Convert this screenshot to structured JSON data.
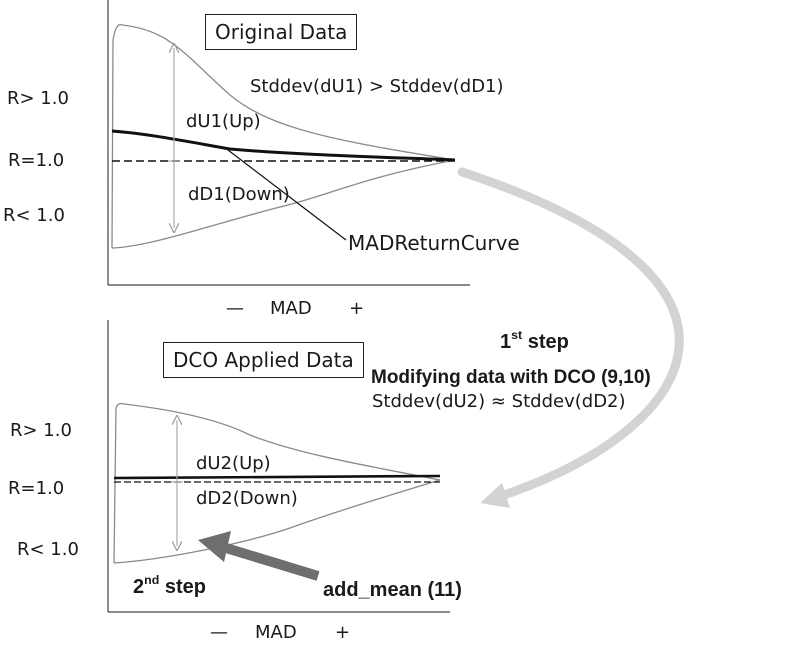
{
  "top_panel": {
    "title": "Original Data",
    "label_r_high": "R> 1.0",
    "label_r_eq": "R=1.0",
    "label_r_low": "R< 1.0",
    "inequality": "Stddev(dU1) > Stddev(dD1)",
    "up_label": "dU1(Up)",
    "down_label": "dD1(Down)",
    "curve_label": "MADReturnCurve",
    "axis_minus": "—",
    "axis_label": "MAD",
    "axis_plus": "+"
  },
  "bottom_panel": {
    "title": "DCO Applied Data",
    "label_r_high": "R> 1.0",
    "label_r_eq": "R=1.0",
    "label_r_low": "R< 1.0",
    "up_label": "dU2(Up)",
    "down_label": "dD2(Down)",
    "axis_minus": "—",
    "axis_label": "MAD",
    "axis_plus": "+"
  },
  "step1": {
    "number": "1",
    "suffix": "st",
    "word": "step",
    "description": "Modifying data with DCO (9,10)",
    "equation": "Stddev(dU2) ≈ Stddev(dD2)"
  },
  "step2": {
    "number": "2",
    "suffix": "nd",
    "word": "step",
    "description": "add_mean (11)"
  },
  "colors": {
    "envelope": "#8a8a8a",
    "curve": "#111111",
    "arrow_light": "#d3d3d3",
    "arrow_dark": "#6e6e6e",
    "bracket": "#b0b0b0"
  }
}
